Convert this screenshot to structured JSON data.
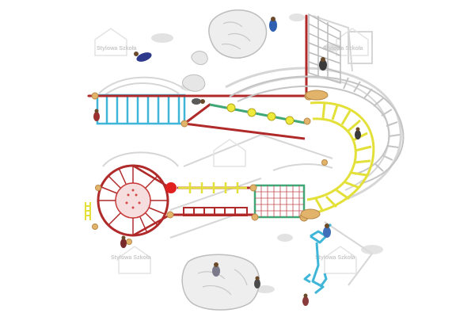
{
  "image": {
    "kind": "playground-equipment-plan",
    "background": "#ffffff",
    "colors": {
      "red_beam": "#b02a2a",
      "cyan_ladder": "#3fb6d8",
      "yellow_bridge": "#e8e83a",
      "green_beam": "#3fa876",
      "rope_net": "#b8343a",
      "post": "#e2b36b",
      "shadow": "#d8d8d8",
      "climbing_rock": "#eeeeee",
      "red_ball": "#e01f1f"
    }
  },
  "watermarks": [
    {
      "text": "Stylowa Szkoła"
    },
    {
      "text": "Stylowa Szkoła"
    },
    {
      "text": "Stylowa Szkoła"
    },
    {
      "text": "Stylowa Szkoła"
    }
  ]
}
